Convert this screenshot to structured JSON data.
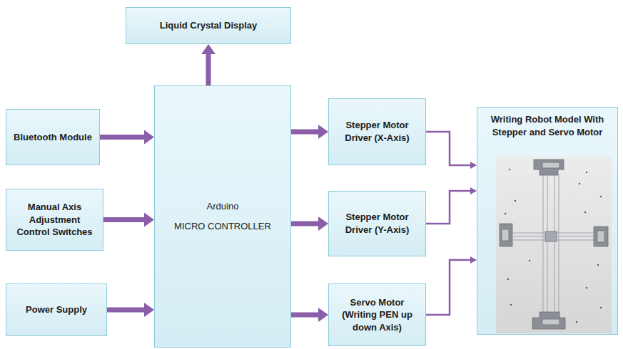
{
  "diagram": {
    "nodes": [
      {
        "text": [
          "Liquid Crystal Display"
        ]
      },
      {
        "text": [
          "Bluetooth Module"
        ]
      },
      {
        "text": [
          "Manual Axis Adjustment Control Switches"
        ]
      },
      {
        "text": [
          "Power Supply"
        ]
      },
      {
        "text": [
          "Arduino",
          "MICRO CONTROLLER"
        ]
      },
      {
        "text": [
          "Stepper Motor Driver (X-Axis)"
        ]
      },
      {
        "text": [
          "Stepper Motor Driver (Y-Axis)"
        ]
      },
      {
        "text": [
          "Servo Motor (Writing PEN up down Axis)"
        ]
      },
      {
        "text": [
          "Writing Robot Model With Stepper and Servo Motor"
        ]
      }
    ],
    "edges": [
      {
        "from": 4,
        "to": 0,
        "arrow": "to"
      },
      {
        "from": 1,
        "to": 4,
        "arrow": "to"
      },
      {
        "from": 2,
        "to": 4,
        "arrow": "to"
      },
      {
        "from": 3,
        "to": 4,
        "arrow": "to"
      },
      {
        "from": 4,
        "to": 5,
        "arrow": "to"
      },
      {
        "from": 4,
        "to": 6,
        "arrow": "to"
      },
      {
        "from": 4,
        "to": 7,
        "arrow": "to"
      },
      {
        "from": 5,
        "to": 8,
        "arrow": "to"
      },
      {
        "from": 6,
        "to": 8,
        "arrow": "to"
      },
      {
        "from": 7,
        "to": 8,
        "arrow": "to"
      }
    ]
  }
}
